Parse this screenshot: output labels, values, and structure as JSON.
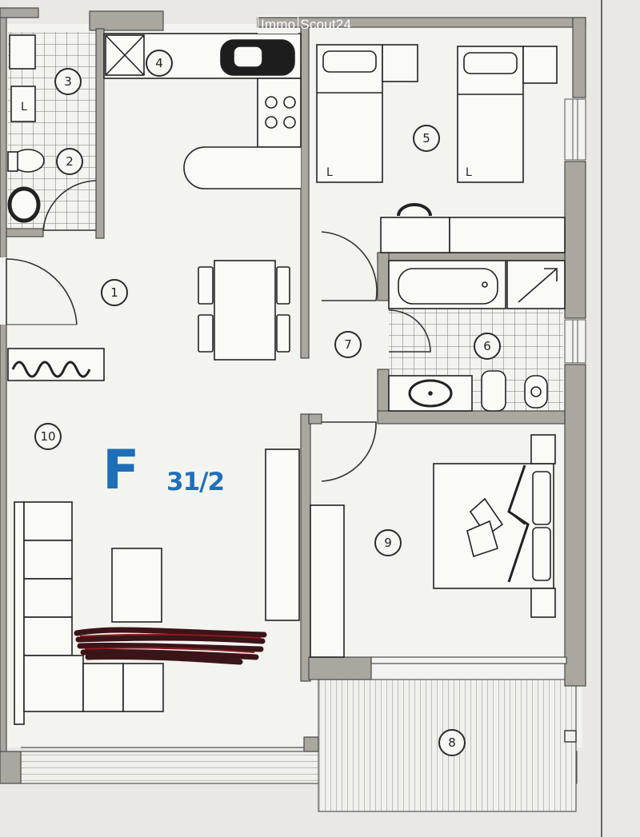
{
  "watermark": {
    "brand_part1": "Immo",
    "brand_part2": "Scout24"
  },
  "unit": {
    "type_letter": "F",
    "rooms": "31/2"
  },
  "rooms": [
    {
      "id": "room-1",
      "label": "1"
    },
    {
      "id": "room-2",
      "label": "2"
    },
    {
      "id": "room-3",
      "label": "3"
    },
    {
      "id": "room-4",
      "label": "4"
    },
    {
      "id": "room-5",
      "label": "5"
    },
    {
      "id": "room-6",
      "label": "6"
    },
    {
      "id": "room-7",
      "label": "7"
    },
    {
      "id": "room-8",
      "label": "8"
    },
    {
      "id": "room-9",
      "label": "9"
    },
    {
      "id": "room-10",
      "label": "10"
    }
  ],
  "fixture_marks": {
    "bed_mark": "L"
  },
  "colors": {
    "wall": "#aaa6a0",
    "wall_outline": "#4a4a4a",
    "floor": "#f3f3ef",
    "tile": "#7a7a7a",
    "accent_blue": "#1f6fb8",
    "redaction": "#3a1418"
  }
}
